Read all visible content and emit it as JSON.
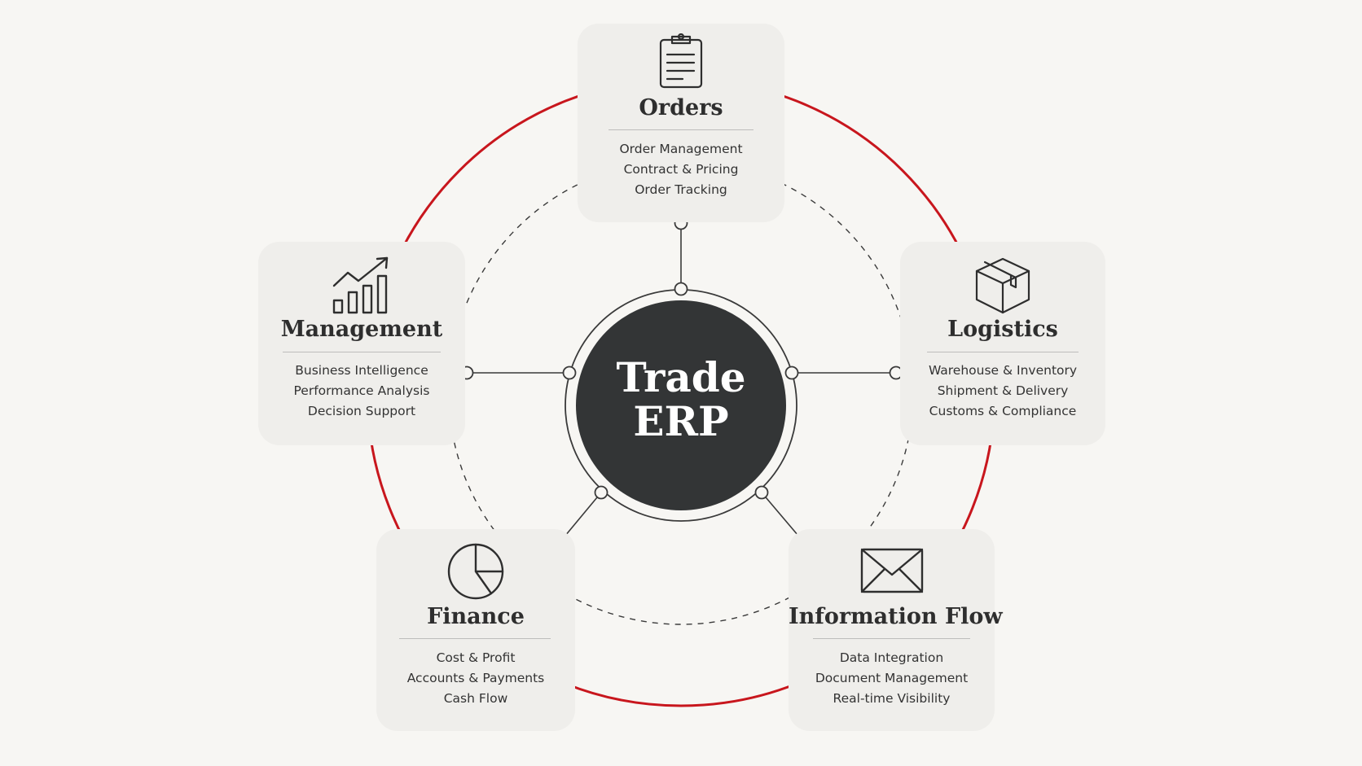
{
  "hub": {
    "line1": "Trade",
    "line2": "ERP"
  },
  "colors": {
    "background": "#f7f6f3",
    "card": "#efeeeb",
    "hub": "#333536",
    "accent_ring": "#c8161d",
    "line": "#3a3a3a",
    "text": "#2e2e2e"
  },
  "modules": [
    {
      "key": "orders",
      "title": "Orders",
      "icon": "clipboard-icon",
      "items": [
        "Order Management",
        "Contract & Pricing",
        "Order Tracking"
      ]
    },
    {
      "key": "logistics",
      "title": "Logistics",
      "icon": "package-box-icon",
      "items": [
        "Warehouse & Inventory",
        "Shipment & Delivery",
        "Customs & Compliance"
      ]
    },
    {
      "key": "information-flow",
      "title": "Information Flow",
      "icon": "envelope-icon",
      "items": [
        "Data Integration",
        "Document Management",
        "Real-time Visibility"
      ]
    },
    {
      "key": "finance",
      "title": "Finance",
      "icon": "pie-chart-icon",
      "items": [
        "Cost & Profit",
        "Accounts & Payments",
        "Cash Flow"
      ]
    },
    {
      "key": "management",
      "title": "Management",
      "icon": "growth-chart-icon",
      "items": [
        "Business Intelligence",
        "Performance Analysis",
        "Decision Support"
      ]
    }
  ]
}
